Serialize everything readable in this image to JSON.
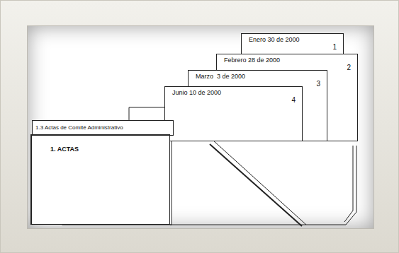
{
  "diagram": {
    "nodes": [
      {
        "text": [
          "Enero 30 de 2000",
          "1"
        ]
      },
      {
        "text": [
          "Febrero 28 de 2000",
          "2"
        ]
      },
      {
        "text": [
          "Marzo  3 de 2000",
          "3"
        ]
      },
      {
        "text": [
          "Junio 10 de 2000",
          "4"
        ]
      },
      {
        "text": [
          "1.3 Actas de Comité Administrativo"
        ]
      },
      {
        "text": [
          "1. ACTAS"
        ]
      }
    ]
  }
}
